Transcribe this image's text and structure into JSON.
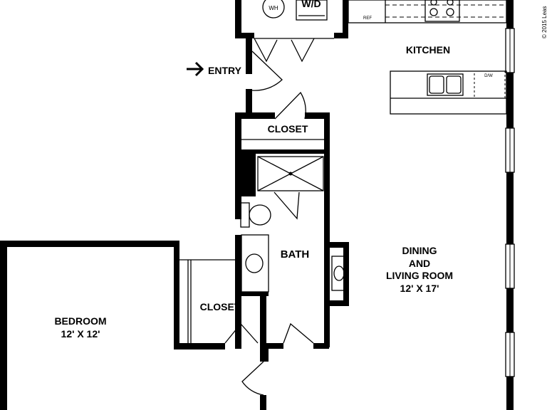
{
  "rooms": {
    "kitchen": "KITCHEN",
    "entry": "ENTRY",
    "closet_top": "CLOSET",
    "bath": "BATH",
    "closet_bed": "CLOSET",
    "bedroom": "BEDROOM",
    "bedroom_size": "12' X 12'",
    "living_1": "DINING",
    "living_2": "AND",
    "living_3": "LIVING ROOM",
    "living_size": "12' X 17'"
  },
  "fixtures": {
    "water_heater": "WH",
    "washer_dryer": "W/D",
    "refrigerator": "REF",
    "dishwasher": "D/W"
  },
  "copyright": "© 2015 Leas"
}
